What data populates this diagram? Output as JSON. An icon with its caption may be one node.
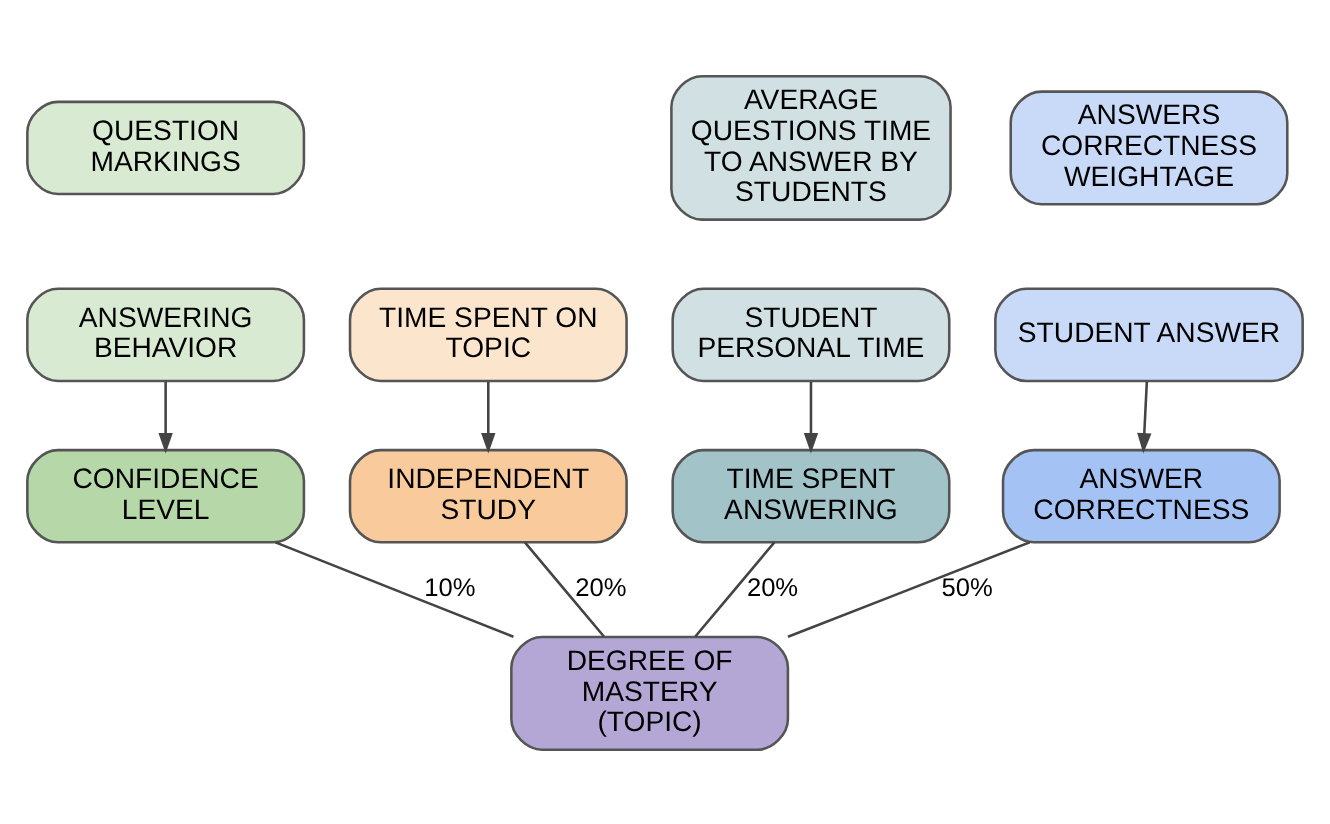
{
  "diagram": {
    "nodes": [
      {
        "text": [
          "QUESTION MARKINGS"
        ]
      },
      {
        "text": [
          "AVERAGE QUESTIONS TIME TO ANSWER BY STUDENTS"
        ]
      },
      {
        "text": [
          "ANSWERS CORRECTNESS WEIGHTAGE"
        ]
      },
      {
        "text": [
          "TIME SPENT ON TOPIC"
        ]
      },
      {
        "text": [
          "ANSWERING BEHAVIOR"
        ]
      },
      {
        "text": [
          "STUDENT PERSONAL TIME"
        ]
      },
      {
        "text": [
          "STUDENT ANSWER"
        ]
      },
      {
        "text": [
          "INDEPENDENT STUDY"
        ]
      },
      {
        "text": [
          "CONFIDENCE LEVEL"
        ]
      },
      {
        "text": [
          "TIME SPENT ANSWERING"
        ]
      },
      {
        "text": [
          "ANSWER CORRECTNESS"
        ]
      },
      {
        "text": [
          "DEGREE OF MASTERY (TOPIC)"
        ]
      }
    ],
    "edges": [
      {
        "from": 3,
        "to": 7,
        "arrow": "to"
      },
      {
        "from": 4,
        "to": 8,
        "arrow": "to"
      },
      {
        "from": 5,
        "to": 9,
        "arrow": "to"
      },
      {
        "from": 6,
        "to": 10,
        "arrow": "to"
      },
      {
        "from": 7,
        "to": 11,
        "arrow": "none",
        "label": "20%"
      },
      {
        "from": 8,
        "to": 11,
        "arrow": "none",
        "label": "10%"
      },
      {
        "from": 9,
        "to": 11,
        "arrow": "none",
        "label": "20%"
      },
      {
        "from": 10,
        "to": 11,
        "arrow": "none",
        "label": "50%"
      }
    ]
  }
}
